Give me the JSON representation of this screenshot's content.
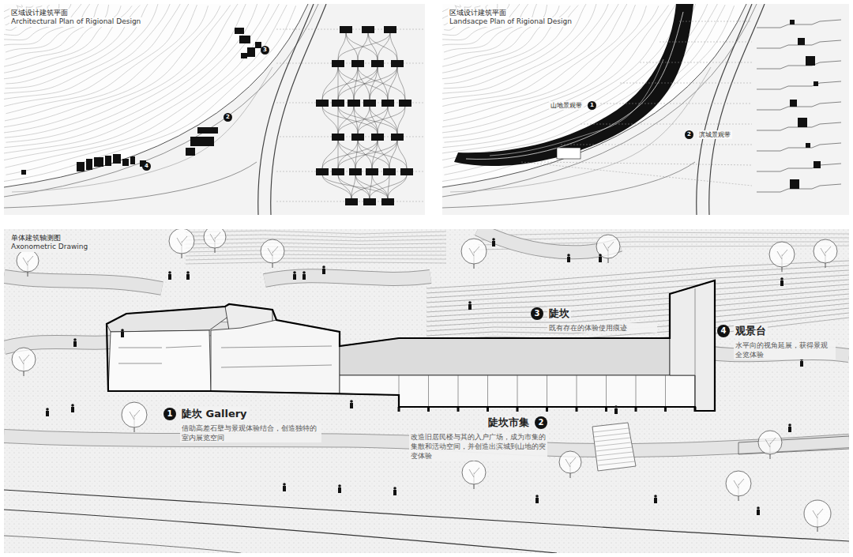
{
  "diagram": {
    "nodes": [
      {
        "text": [
          "区域设计建筑平面",
          "Architectural Plan of Rigional Design"
        ]
      },
      {
        "text": [
          "3"
        ],
        "in": 0
      },
      {
        "text": [
          "2"
        ],
        "in": 0
      },
      {
        "text": [
          "4"
        ],
        "in": 0
      },
      {
        "text": [
          "区域设计建筑平面",
          "Landsacpe Plan of Rigional Design"
        ]
      },
      {
        "text": [
          "1",
          "山地景观带"
        ],
        "in": 4
      },
      {
        "text": [
          "2",
          "滨城景观带"
        ],
        "in": 4
      },
      {
        "text": [
          "单体建筑轴测图",
          "Axonometric Drawing"
        ]
      },
      {
        "text": [
          "3",
          "陡坎",
          "既有存在的体验使用痕迹"
        ],
        "in": 7
      },
      {
        "text": [
          "4",
          "观景台",
          "水平向的视角延展，获得景观全览体验"
        ],
        "in": 7
      },
      {
        "text": [
          "1",
          "陡坎 Gallery",
          "借助高差石壁与景观体验结合，创造独特的室内展览空间"
        ],
        "in": 7
      },
      {
        "text": [
          "2",
          "陡坎市集",
          "改造旧居民楼与其的入户广场，成为市集的集散和活动空间，并创造出滨城到山地的突变体验"
        ],
        "in": 7
      }
    ]
  }
}
